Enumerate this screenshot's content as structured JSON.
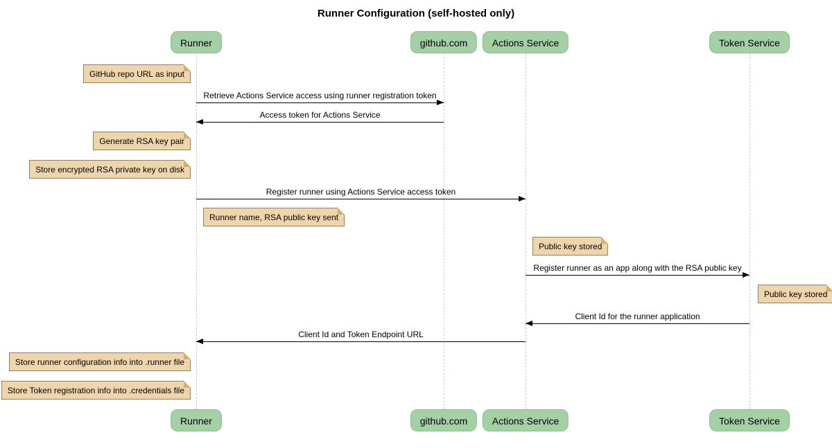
{
  "title": "Runner Configuration (self-hosted only)",
  "participants": [
    {
      "label": "Runner"
    },
    {
      "label": "github.com"
    },
    {
      "label": "Actions Service"
    },
    {
      "label": "Token Service"
    }
  ],
  "messages": [
    {
      "from": "Runner",
      "to": "github.com",
      "label": "Retrieve Actions Service access using runner registration token"
    },
    {
      "from": "github.com",
      "to": "Runner",
      "label": "Access token for Actions Service"
    },
    {
      "from": "Runner",
      "to": "Actions Service",
      "label": "Register runner using Actions Service access token"
    },
    {
      "from": "Actions Service",
      "to": "Token Service",
      "label": "Register runner as an app along with the RSA public key"
    },
    {
      "from": "Token Service",
      "to": "Actions Service",
      "label": "Client Id for the runner application"
    },
    {
      "from": "Actions Service",
      "to": "Runner",
      "label": "Client Id and Token Endpoint URL"
    }
  ],
  "notes": [
    {
      "label": "GitHub repo URL as input",
      "anchor": "left of Runner"
    },
    {
      "label": "Generate RSA key pair",
      "anchor": "left of Runner"
    },
    {
      "label": "Store encrypted RSA private key on disk",
      "anchor": "left of Runner"
    },
    {
      "label": "Runner name, RSA public key sent",
      "anchor": "right of Runner"
    },
    {
      "label": "Public key stored",
      "anchor": "right of Actions Service"
    },
    {
      "label": "Public key stored",
      "anchor": "right of Token Service"
    },
    {
      "label": "Store runner configuration info into .runner file",
      "anchor": "left of Runner"
    },
    {
      "label": "Store Token registration info into .credentials file",
      "anchor": "left of Runner"
    }
  ],
  "colors": {
    "background": "#FFFFFF",
    "text": "#000000",
    "participant_fill": "#A3D1A5",
    "participant_border": "#8CBF8E",
    "note_fill": "#EFD5AB",
    "note_border": "#97805C",
    "note_fold": "#D2B070",
    "lifeline": "#CCCCCC",
    "arrow": "#000000"
  }
}
